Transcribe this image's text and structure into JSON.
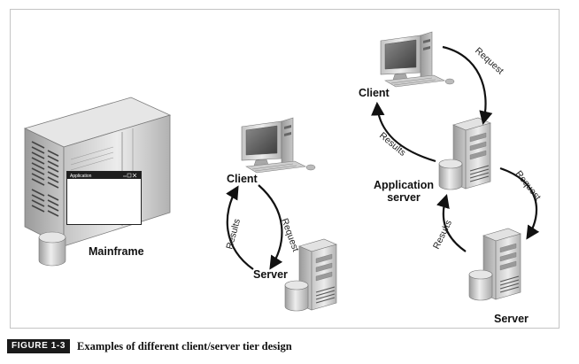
{
  "mainframe": {
    "label": "Mainframe",
    "window_title": "Application"
  },
  "two_tier": {
    "client_label": "Client",
    "server_label": "Server",
    "request_label": "Request",
    "results_label": "Results"
  },
  "three_tier": {
    "client_label": "Client",
    "app_server_label_line1": "Application",
    "app_server_label_line2": "server",
    "server_label": "Server",
    "request_top_label": "Request",
    "results_top_label": "Results",
    "request_bottom_label": "Request",
    "results_bottom_label": "Results"
  },
  "caption": {
    "figure_tag": "FIGURE 1-3",
    "text": "Examples of different client/server tier design"
  }
}
